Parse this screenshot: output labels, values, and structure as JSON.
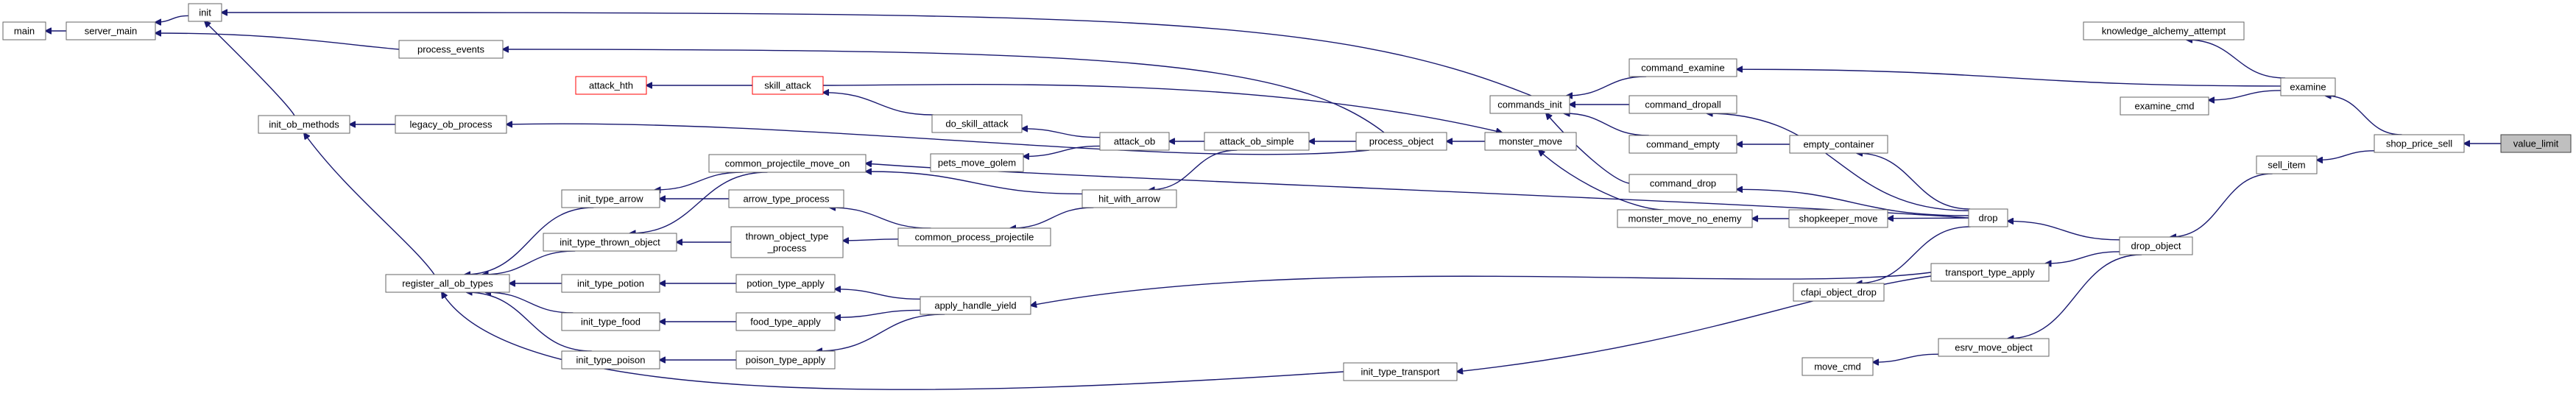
{
  "graph": {
    "colors": {
      "edge": "#191970",
      "node_border": "#666666",
      "node_fill": "#ffffff",
      "highlight_border": "#ff0000",
      "current_fill": "#bfbfbf",
      "current_border": "#404040"
    },
    "nodes": [
      {
        "id": "main",
        "label": "main",
        "style": "normal"
      },
      {
        "id": "server_main",
        "label": "server_main",
        "style": "normal"
      },
      {
        "id": "init",
        "label": "init",
        "style": "normal"
      },
      {
        "id": "process_events",
        "label": "process_events",
        "style": "normal"
      },
      {
        "id": "init_ob_methods",
        "label": "init_ob_methods",
        "style": "normal"
      },
      {
        "id": "legacy_ob_process",
        "label": "legacy_ob_process",
        "style": "normal"
      },
      {
        "id": "register_all_ob_types",
        "label": "register_all_ob_types",
        "style": "normal"
      },
      {
        "id": "attack_hth",
        "label": "attack_hth",
        "style": "highlight"
      },
      {
        "id": "skill_attack",
        "label": "skill_attack",
        "style": "highlight"
      },
      {
        "id": "do_skill_attack",
        "label": "do_skill_attack",
        "style": "normal"
      },
      {
        "id": "pets_move_golem",
        "label": "pets_move_golem",
        "style": "normal"
      },
      {
        "id": "attack_ob",
        "label": "attack_ob",
        "style": "normal"
      },
      {
        "id": "attack_ob_simple",
        "label": "attack_ob_simple",
        "style": "normal"
      },
      {
        "id": "process_object",
        "label": "process_object",
        "style": "normal"
      },
      {
        "id": "monster_move",
        "label": "monster_move",
        "style": "normal"
      },
      {
        "id": "commands_init",
        "label": "commands_init",
        "style": "normal"
      },
      {
        "id": "command_examine",
        "label": "command_examine",
        "style": "normal"
      },
      {
        "id": "command_dropall",
        "label": "command_dropall",
        "style": "normal"
      },
      {
        "id": "command_empty",
        "label": "command_empty",
        "style": "normal"
      },
      {
        "id": "command_drop",
        "label": "command_drop",
        "style": "normal"
      },
      {
        "id": "monster_move_no_enemy",
        "label": "monster_move_no_enemy",
        "style": "normal"
      },
      {
        "id": "shopkeeper_move",
        "label": "shopkeeper_move",
        "style": "normal"
      },
      {
        "id": "empty_container",
        "label": "empty_container",
        "style": "normal"
      },
      {
        "id": "drop",
        "label": "drop",
        "style": "normal"
      },
      {
        "id": "cfapi_object_drop",
        "label": "cfapi_object_drop",
        "style": "normal"
      },
      {
        "id": "transport_type_apply",
        "label": "transport_type_apply",
        "style": "normal"
      },
      {
        "id": "drop_object",
        "label": "drop_object",
        "style": "normal"
      },
      {
        "id": "sell_item",
        "label": "sell_item",
        "style": "normal"
      },
      {
        "id": "shop_price_sell",
        "label": "shop_price_sell",
        "style": "normal"
      },
      {
        "id": "value_limit",
        "label": "value_limit",
        "style": "current"
      },
      {
        "id": "knowledge_alchemy_attempt",
        "label": "knowledge_alchemy_attempt",
        "style": "normal"
      },
      {
        "id": "examine",
        "label": "examine",
        "style": "normal"
      },
      {
        "id": "examine_cmd",
        "label": "examine_cmd",
        "style": "normal"
      },
      {
        "id": "esrv_move_object",
        "label": "esrv_move_object",
        "style": "normal"
      },
      {
        "id": "move_cmd",
        "label": "move_cmd",
        "style": "normal"
      },
      {
        "id": "init_type_transport",
        "label": "init_type_transport",
        "style": "normal"
      },
      {
        "id": "common_projectile_move_on",
        "label": "common_projectile_move_on",
        "style": "normal"
      },
      {
        "id": "init_type_arrow",
        "label": "init_type_arrow",
        "style": "normal"
      },
      {
        "id": "arrow_type_process",
        "label": "arrow_type_process",
        "style": "normal"
      },
      {
        "id": "hit_with_arrow",
        "label": "hit_with_arrow",
        "style": "normal"
      },
      {
        "id": "init_type_thrown_object",
        "label": "init_type_thrown_object",
        "style": "normal"
      },
      {
        "id": "thrown_object_type_process",
        "label": "thrown_object_type\n_process",
        "style": "normal"
      },
      {
        "id": "common_process_projectile",
        "label": "common_process_projectile",
        "style": "normal"
      },
      {
        "id": "init_type_potion",
        "label": "init_type_potion",
        "style": "normal"
      },
      {
        "id": "potion_type_apply",
        "label": "potion_type_apply",
        "style": "normal"
      },
      {
        "id": "apply_handle_yield",
        "label": "apply_handle_yield",
        "style": "normal"
      },
      {
        "id": "init_type_food",
        "label": "init_type_food",
        "style": "normal"
      },
      {
        "id": "food_type_apply",
        "label": "food_type_apply",
        "style": "normal"
      },
      {
        "id": "init_type_poison",
        "label": "init_type_poison",
        "style": "normal"
      },
      {
        "id": "poison_type_apply",
        "label": "poison_type_apply",
        "style": "normal"
      }
    ],
    "edges": [
      {
        "from": "main",
        "to": "server_main"
      },
      {
        "from": "server_main",
        "to": "init"
      },
      {
        "from": "server_main",
        "to": "process_events"
      },
      {
        "from": "init",
        "to": "init_ob_methods"
      },
      {
        "from": "init",
        "to": "commands_init"
      },
      {
        "from": "init_ob_methods",
        "to": "legacy_ob_process"
      },
      {
        "from": "init_ob_methods",
        "to": "register_all_ob_types"
      },
      {
        "from": "process_events",
        "to": "process_object"
      },
      {
        "from": "legacy_ob_process",
        "to": "process_object"
      },
      {
        "from": "attack_hth",
        "to": "skill_attack"
      },
      {
        "from": "skill_attack",
        "to": "do_skill_attack"
      },
      {
        "from": "monster_move",
        "to": "skill_attack"
      },
      {
        "from": "do_skill_attack",
        "to": "attack_ob"
      },
      {
        "from": "pets_move_golem",
        "to": "attack_ob"
      },
      {
        "from": "attack_ob",
        "to": "attack_ob_simple"
      },
      {
        "from": "hit_with_arrow",
        "to": "attack_ob_simple"
      },
      {
        "from": "attack_ob_simple",
        "to": "process_object"
      },
      {
        "from": "process_object",
        "to": "monster_move"
      },
      {
        "from": "monster_move",
        "to": "monster_move_no_enemy"
      },
      {
        "from": "commands_init",
        "to": "command_examine"
      },
      {
        "from": "commands_init",
        "to": "command_dropall"
      },
      {
        "from": "commands_init",
        "to": "command_empty"
      },
      {
        "from": "commands_init",
        "to": "command_drop"
      },
      {
        "from": "command_examine",
        "to": "examine"
      },
      {
        "from": "command_dropall",
        "to": "drop"
      },
      {
        "from": "command_empty",
        "to": "empty_container"
      },
      {
        "from": "command_drop",
        "to": "drop"
      },
      {
        "from": "monster_move_no_enemy",
        "to": "shopkeeper_move"
      },
      {
        "from": "shopkeeper_move",
        "to": "drop"
      },
      {
        "from": "empty_container",
        "to": "drop"
      },
      {
        "from": "cfapi_object_drop",
        "to": "drop"
      },
      {
        "from": "common_projectile_move_on",
        "to": "drop"
      },
      {
        "from": "drop",
        "to": "drop_object"
      },
      {
        "from": "transport_type_apply",
        "to": "drop_object"
      },
      {
        "from": "esrv_move_object",
        "to": "drop_object"
      },
      {
        "from": "drop_object",
        "to": "sell_item"
      },
      {
        "from": "sell_item",
        "to": "shop_price_sell"
      },
      {
        "from": "examine",
        "to": "shop_price_sell"
      },
      {
        "from": "shop_price_sell",
        "to": "value_limit"
      },
      {
        "from": "knowledge_alchemy_attempt",
        "to": "examine"
      },
      {
        "from": "examine_cmd",
        "to": "examine"
      },
      {
        "from": "move_cmd",
        "to": "esrv_move_object"
      },
      {
        "from": "init_type_transport",
        "to": "transport_type_apply"
      },
      {
        "from": "apply_handle_yield",
        "to": "transport_type_apply"
      },
      {
        "from": "register_all_ob_types",
        "to": "init_type_arrow"
      },
      {
        "from": "register_all_ob_types",
        "to": "init_type_thrown_object"
      },
      {
        "from": "register_all_ob_types",
        "to": "init_type_potion"
      },
      {
        "from": "register_all_ob_types",
        "to": "init_type_food"
      },
      {
        "from": "register_all_ob_types",
        "to": "init_type_poison"
      },
      {
        "from": "register_all_ob_types",
        "to": "init_type_transport"
      },
      {
        "from": "init_type_arrow",
        "to": "common_projectile_move_on"
      },
      {
        "from": "init_type_thrown_object",
        "to": "common_projectile_move_on"
      },
      {
        "from": "init_type_arrow",
        "to": "arrow_type_process"
      },
      {
        "from": "init_type_thrown_object",
        "to": "thrown_object_type_process"
      },
      {
        "from": "common_projectile_move_on",
        "to": "hit_with_arrow"
      },
      {
        "from": "arrow_type_process",
        "to": "common_process_projectile"
      },
      {
        "from": "thrown_object_type_process",
        "to": "common_process_projectile"
      },
      {
        "from": "common_process_projectile",
        "to": "hit_with_arrow"
      },
      {
        "from": "init_type_potion",
        "to": "potion_type_apply"
      },
      {
        "from": "init_type_food",
        "to": "food_type_apply"
      },
      {
        "from": "init_type_poison",
        "to": "poison_type_apply"
      },
      {
        "from": "potion_type_apply",
        "to": "apply_handle_yield"
      },
      {
        "from": "food_type_apply",
        "to": "apply_handle_yield"
      },
      {
        "from": "poison_type_apply",
        "to": "apply_handle_yield"
      }
    ]
  }
}
